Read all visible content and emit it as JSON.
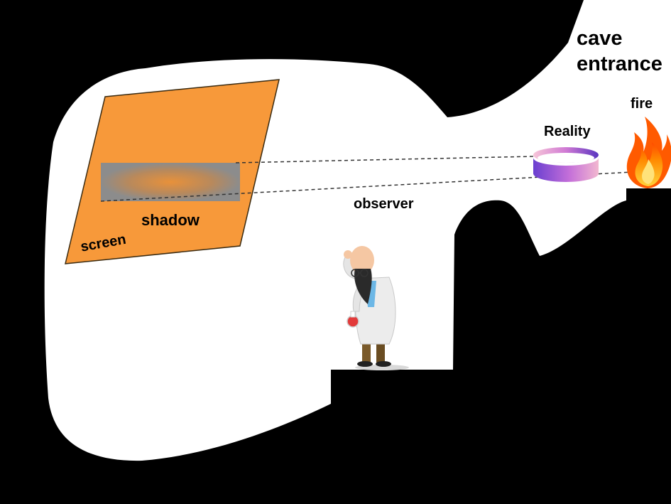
{
  "labels": {
    "cave": "cave",
    "entrance": "entrance",
    "fire": "fire",
    "reality": "Reality",
    "observer": "observer",
    "shadow": "shadow",
    "screen": "screen"
  },
  "colors": {
    "background": "#000000",
    "cave_interior": "#ffffff",
    "screen": "#f7993a",
    "shadow": "#8c8c8c",
    "shadow_glow": "#e8913a",
    "reality_ring_purple": "#6a3fd0",
    "reality_ring_pink": "#f2b7d0",
    "fire_outer": "#ff6a00",
    "fire_inner": "#ffd23a",
    "ray_line": "#333333"
  },
  "icons": {
    "fire": "fire-icon",
    "reality": "ring-icon",
    "observer": "scientist-icon"
  }
}
